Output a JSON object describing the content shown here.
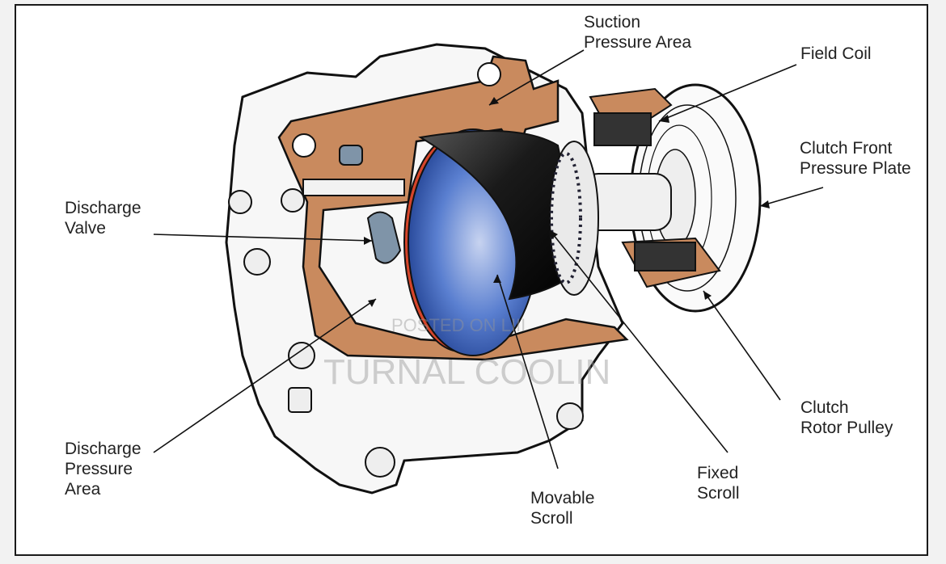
{
  "labels": {
    "suction": "Suction\nPressure Area",
    "field_coil": "Field Coil",
    "clutch_front": "Clutch Front\nPressure Plate",
    "discharge_valve": "Discharge\nValve",
    "discharge_area": "Discharge\nPressure\nArea",
    "movable_scroll": "Movable\nScroll",
    "fixed_scroll": "Fixed\nScroll",
    "rotor_pulley": "Clutch\nRotor Pulley"
  },
  "watermark": {
    "line1": "POSTED ON LIII",
    "line2": "TURNAL COOLIN"
  },
  "colors": {
    "housing_copper": "#c98a5e",
    "scroll_blue": "#2e55a8",
    "scroll_black": "#1c1c1c",
    "seal_red": "#d6452a",
    "outline": "#111111"
  }
}
